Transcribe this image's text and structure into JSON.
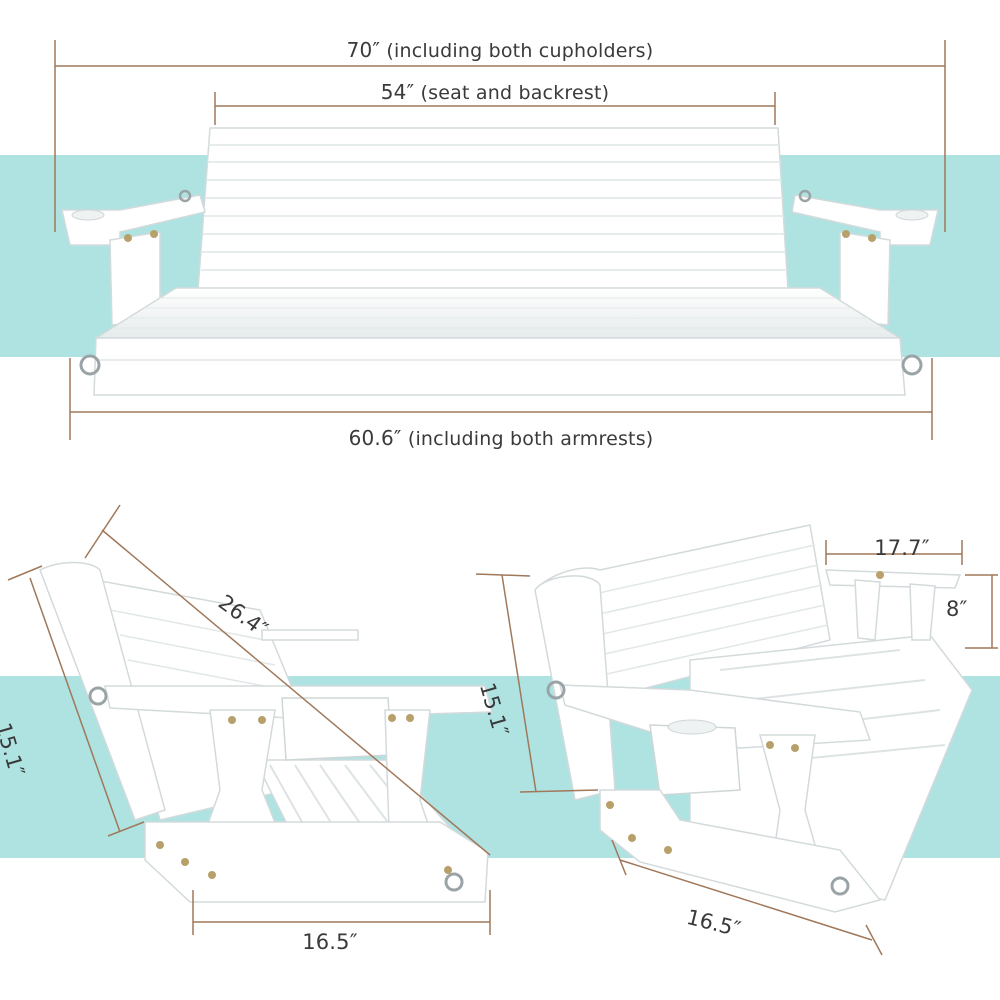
{
  "dimensions": {
    "overall_width": {
      "value": "70″",
      "note": "(including both cupholders)"
    },
    "seat_width": {
      "value": "54″",
      "note": "(seat and backrest)"
    },
    "armrest_width": {
      "value": "60.6″",
      "note": "(including both armrests)"
    },
    "backrest_diagonal": "26.4″",
    "left_height": "15.1″",
    "right_height": "15.1″",
    "left_depth": "16.5″",
    "right_depth": "16.5″",
    "armrest_length": "17.7″",
    "armrest_height": "8″"
  },
  "colors": {
    "band": "#aee3e2",
    "wood": "#ffffff",
    "wood_shadow": "#e3e8e9",
    "dim_line": "#a0785a",
    "text": "#3a3a3a",
    "hardware": "#b8a06a"
  }
}
